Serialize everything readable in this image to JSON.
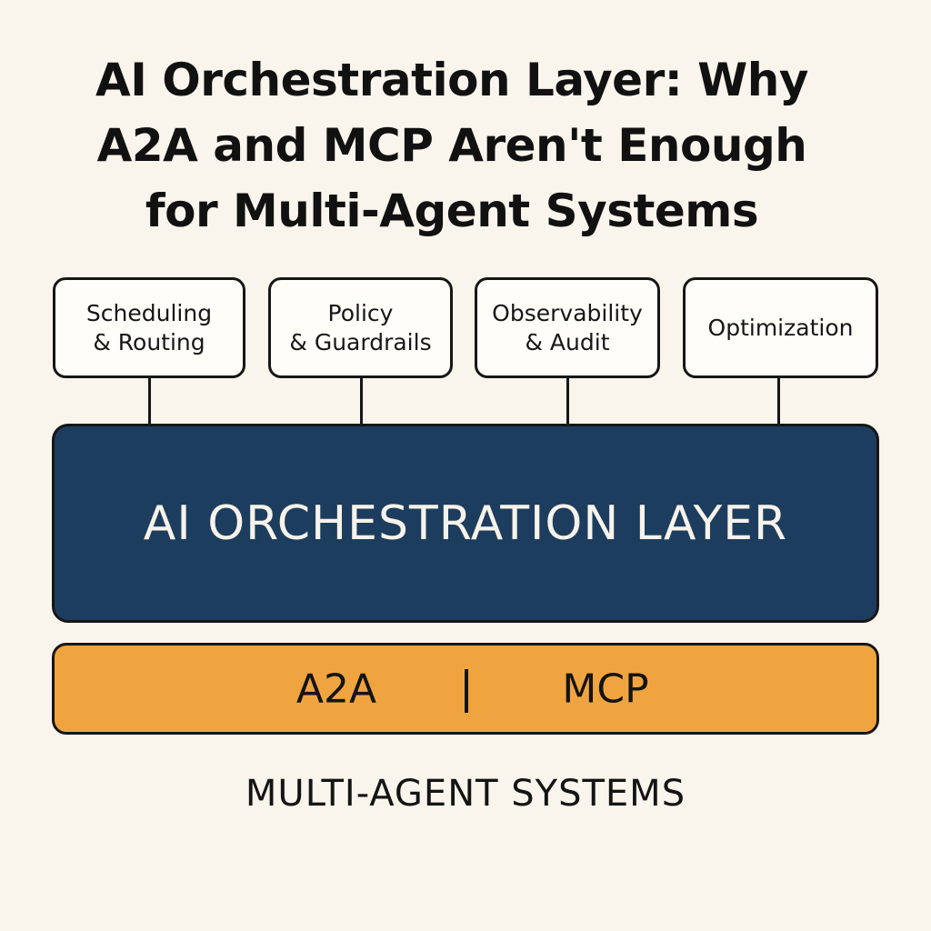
{
  "title": {
    "line1": "AI Orchestration Layer: Why",
    "line2": "A2A and MCP Aren't Enough",
    "line3": "for Multi-Agent Systems"
  },
  "modules": [
    {
      "line1": "Scheduling",
      "line2": "& Routing"
    },
    {
      "line1": "Policy",
      "line2": "& Guardrails"
    },
    {
      "line1": "Observability",
      "line2": "& Audit"
    },
    {
      "line1": "Optimization"
    }
  ],
  "orchestration_layer": {
    "label": "AI ORCHESTRATION LAYER"
  },
  "protocols": {
    "left": "A2A",
    "right": "MCP"
  },
  "footer": {
    "label": "MULTI-AGENT SYSTEMS"
  },
  "colors": {
    "background": "#faf5ec",
    "orchestration_layer": "#1d3d5f",
    "protocol_bar": "#f0a440",
    "module_fill": "#fffdf8",
    "outline": "#161616"
  }
}
